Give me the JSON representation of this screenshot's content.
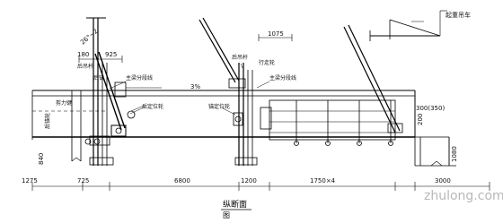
{
  "labels": {
    "crane_label": "起重吊车",
    "rear_hanger_left": "后吊杆",
    "main_beam_seg_left": "主梁分段线",
    "rear_anchor_left": "后锚",
    "rear_hanger_right": "后吊杆",
    "walk_wheel": "行走轮",
    "main_beam_seg_right": "主梁分段线",
    "anti_shear_key": "剪力键",
    "rear_anchor_wheel": "后定位轮",
    "rear_hold_wheel": "后锚轮",
    "fixed_wheel": "锚定位轮",
    "slope": "3%",
    "angle": "26°~2",
    "dim_180": "180",
    "dim_925": "925",
    "dim_1075": "1075",
    "dim_300_350": "300(350)",
    "dim_200": "200",
    "dim_840": "840",
    "dim_1080": "1080",
    "dim_1275": "1275",
    "dim_725": "725",
    "dim_6800": "6800",
    "dim_1200": "1200",
    "dim_1750x4": "1750×4",
    "dim_3000": "3000",
    "title": "纵断面",
    "subtitle": "图"
  },
  "watermark": "zhulong.com"
}
